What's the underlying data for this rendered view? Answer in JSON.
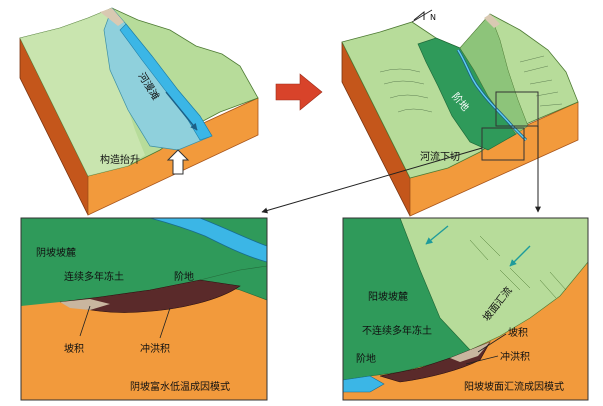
{
  "colors": {
    "orange": "#f29a3c",
    "orange_dark": "#c4561b",
    "green_light": "#b7dc9a",
    "green_mid": "#8dc47a",
    "green_dark": "#2f9a5a",
    "floodplain": "#8fd0dc",
    "river": "#3bb6e6",
    "rock": "#c9b69f",
    "arrow_red": "#d8432a"
  },
  "panel_left": {
    "floodplain_label": "河漫滩",
    "uplift_label": "构造抬升"
  },
  "panel_right": {
    "north_label": "N",
    "terrace_label": "阶地",
    "incision_label": "河流下切"
  },
  "inset_left": {
    "slope_label": "阴坡坡麓",
    "permafrost_label": "连续多年冻土",
    "terrace_label": "阶地",
    "colluvium_label": "坡积",
    "alluvium_label": "冲洪积",
    "caption": "阴坡富水低温成因模式"
  },
  "inset_right": {
    "slope_label": "阳坡坡麓",
    "permafrost_label": "不连续多年冻土",
    "terrace_label": "阶地",
    "flow_label": "坡面汇流",
    "colluvium_label": "坡积",
    "alluvium_label": "冲洪积",
    "caption": "阳坡坡面汇流成因模式"
  }
}
